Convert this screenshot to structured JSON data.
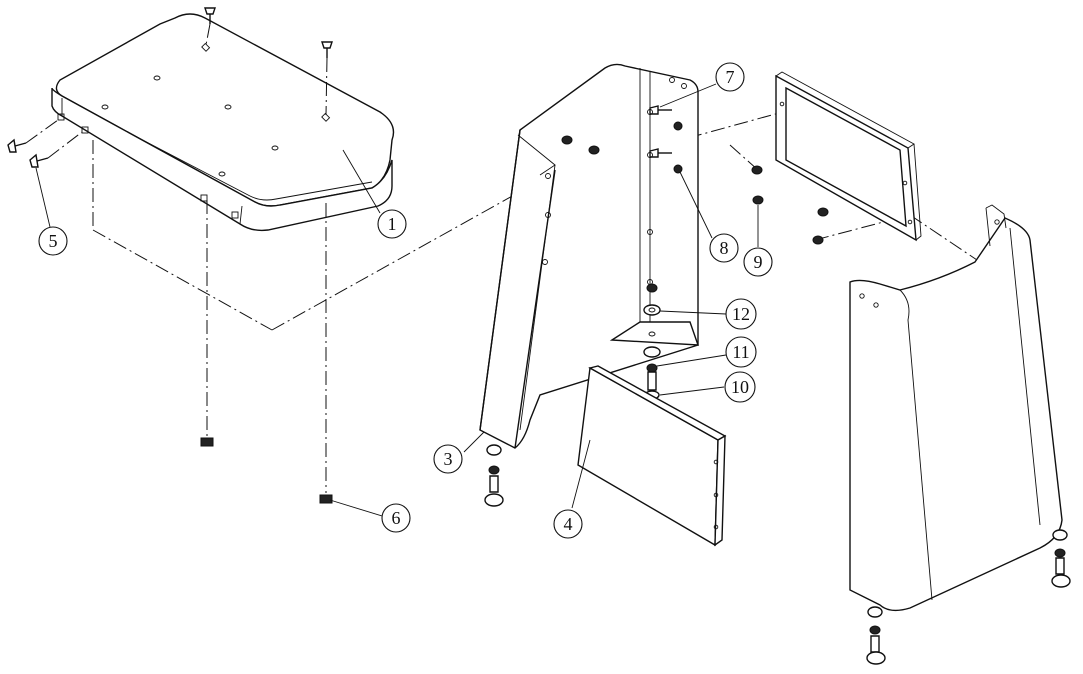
{
  "callouts": {
    "c1": "1",
    "c3": "3",
    "c4": "4",
    "c5": "5",
    "c6": "6",
    "c7": "7",
    "c8": "8",
    "c9": "9",
    "c10": "10",
    "c11": "11",
    "c12": "12"
  }
}
